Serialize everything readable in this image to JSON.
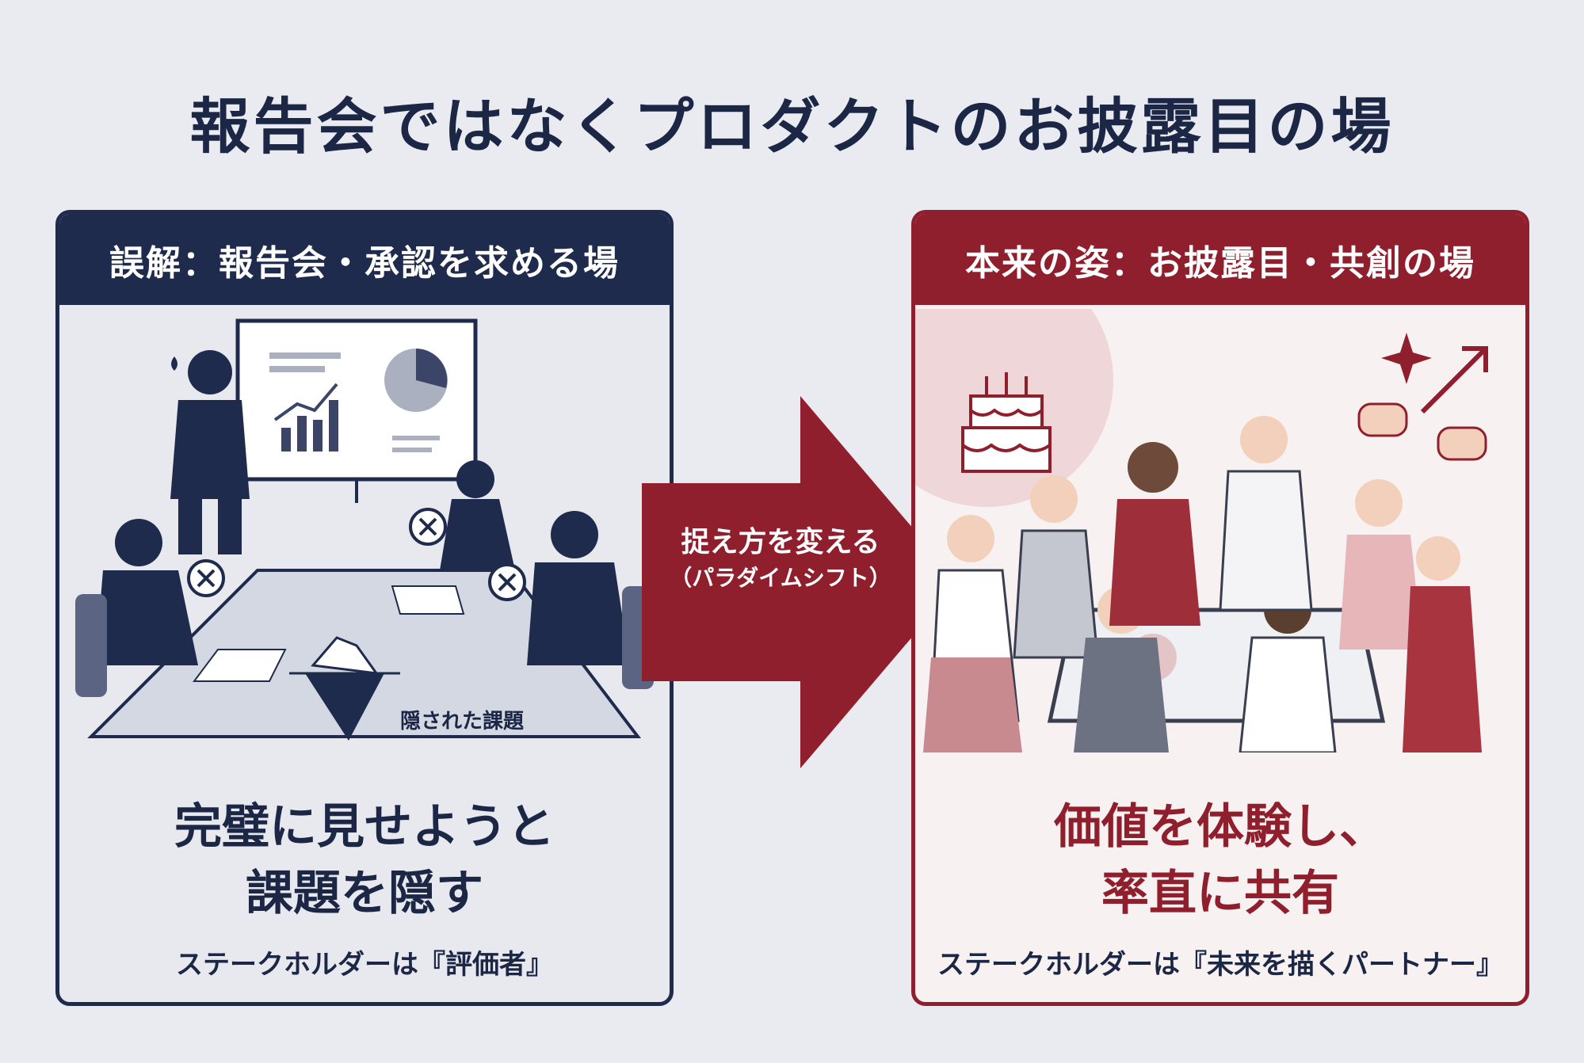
{
  "title": "報告会ではなくプロダクトのお披露目の場",
  "left": {
    "header": "誤解：報告会・承認を求める場",
    "iceberg_label": "隠された課題",
    "caption_line1": "完璧に見せようと",
    "caption_line2": "課題を隠す",
    "subcaption": "ステークホルダーは『評価者』",
    "color": "#1f2b4d"
  },
  "arrow": {
    "main": "捉え方を変える",
    "sub": "（パラダイムシフト）",
    "color": "#8f1f2c"
  },
  "right": {
    "header": "本来の姿：お披露目・共創の場",
    "caption_line1": "価値を体験し、",
    "caption_line2": "率直に共有",
    "subcaption": "ステークホルダーは『未来を描くパートナー』",
    "color": "#8f1f2c"
  }
}
